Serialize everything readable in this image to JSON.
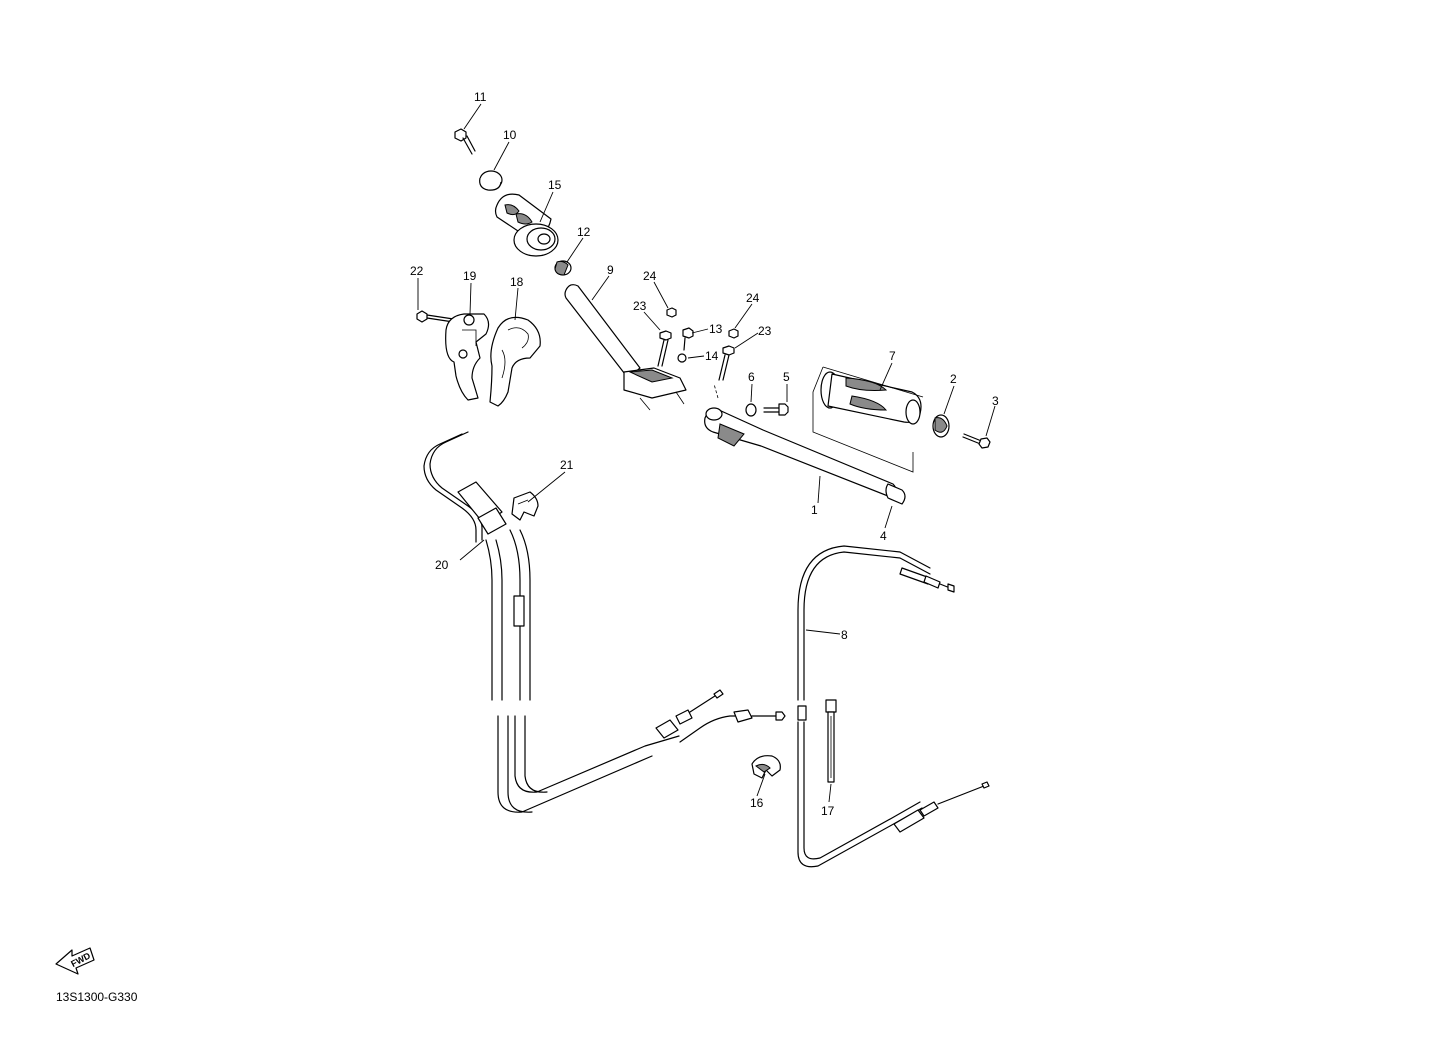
{
  "diagram": {
    "drawing_code": "13S1300-G330",
    "fwd_label": "FWD",
    "callouts": [
      {
        "id": "c11",
        "label": "11"
      },
      {
        "id": "c10",
        "label": "10"
      },
      {
        "id": "c15",
        "label": "15"
      },
      {
        "id": "c12",
        "label": "12"
      },
      {
        "id": "c9",
        "label": "9"
      },
      {
        "id": "c24a",
        "label": "24"
      },
      {
        "id": "c23a",
        "label": "23"
      },
      {
        "id": "c13",
        "label": "13"
      },
      {
        "id": "c14",
        "label": "14"
      },
      {
        "id": "c24b",
        "label": "24"
      },
      {
        "id": "c23b",
        "label": "23"
      },
      {
        "id": "c22",
        "label": "22"
      },
      {
        "id": "c19",
        "label": "19"
      },
      {
        "id": "c18",
        "label": "18"
      },
      {
        "id": "c7",
        "label": "7"
      },
      {
        "id": "c6",
        "label": "6"
      },
      {
        "id": "c5",
        "label": "5"
      },
      {
        "id": "c2",
        "label": "2"
      },
      {
        "id": "c3",
        "label": "3"
      },
      {
        "id": "c1",
        "label": "1"
      },
      {
        "id": "c4",
        "label": "4"
      },
      {
        "id": "c21",
        "label": "21"
      },
      {
        "id": "c20",
        "label": "20"
      },
      {
        "id": "c8",
        "label": "8"
      },
      {
        "id": "c16",
        "label": "16"
      },
      {
        "id": "c17",
        "label": "17"
      }
    ]
  }
}
